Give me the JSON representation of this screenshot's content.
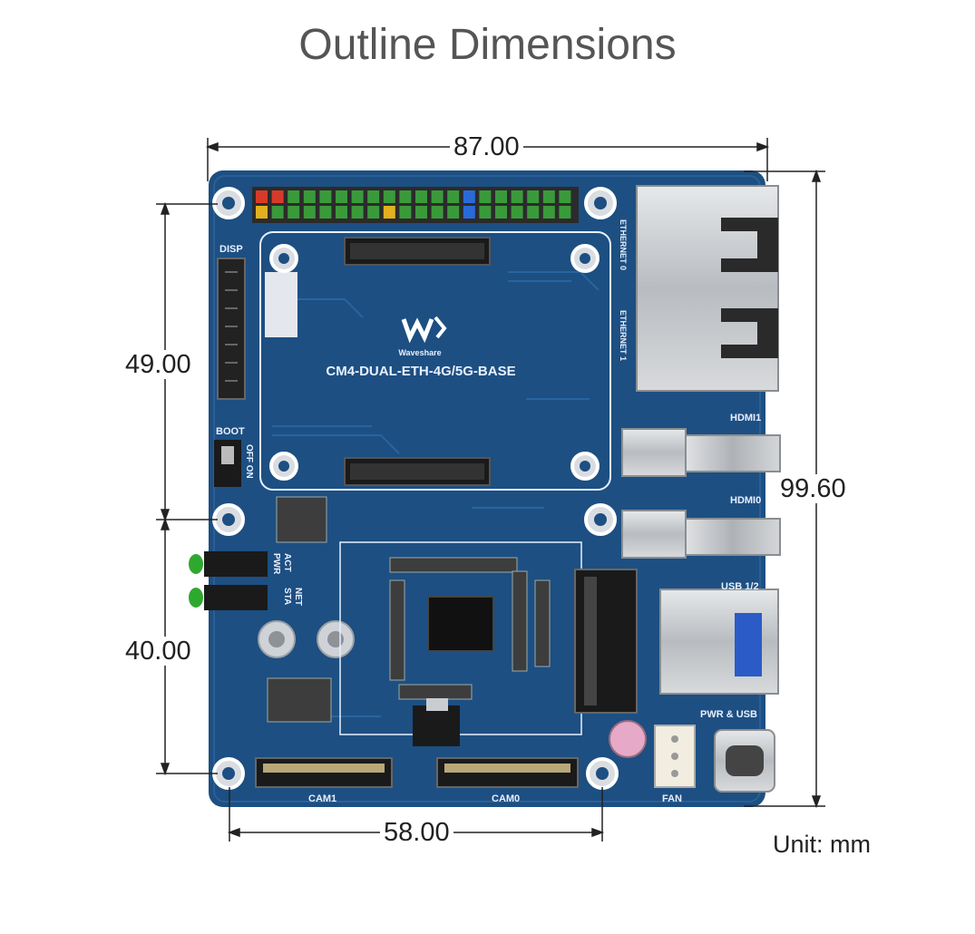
{
  "title": "Outline Dimensions",
  "dimensions": {
    "top_width": "87.00",
    "right_height": "99.60",
    "left_upper": "49.00",
    "left_lower": "40.00",
    "bottom_width": "58.00"
  },
  "unit": "Unit: mm",
  "board": {
    "name": "CM4-DUAL-ETH-4G/5G-BASE",
    "brand": "Waveshare",
    "labels": {
      "disp": "DISP",
      "boot": "BOOT",
      "boot_switch": "OFF ON",
      "ethernet0": "ETHERNET 0",
      "ethernet1": "ETHERNET 1",
      "hdmi1": "HDMI1",
      "hdmi0": "HDMI0",
      "usb": "USB 1/2",
      "pwr_usb": "PWR & USB",
      "fan": "FAN",
      "cam1": "CAM1",
      "cam0": "CAM0",
      "act": "ACT",
      "pwr": "PWR",
      "net": "NET",
      "sta": "STA"
    },
    "colors": {
      "pcb": "#1d4f82",
      "pcb_edge": "#163f6a",
      "silk": "#e8f0ff",
      "header_green": "#3a9a3a",
      "metal": "#c8ccd0"
    }
  }
}
